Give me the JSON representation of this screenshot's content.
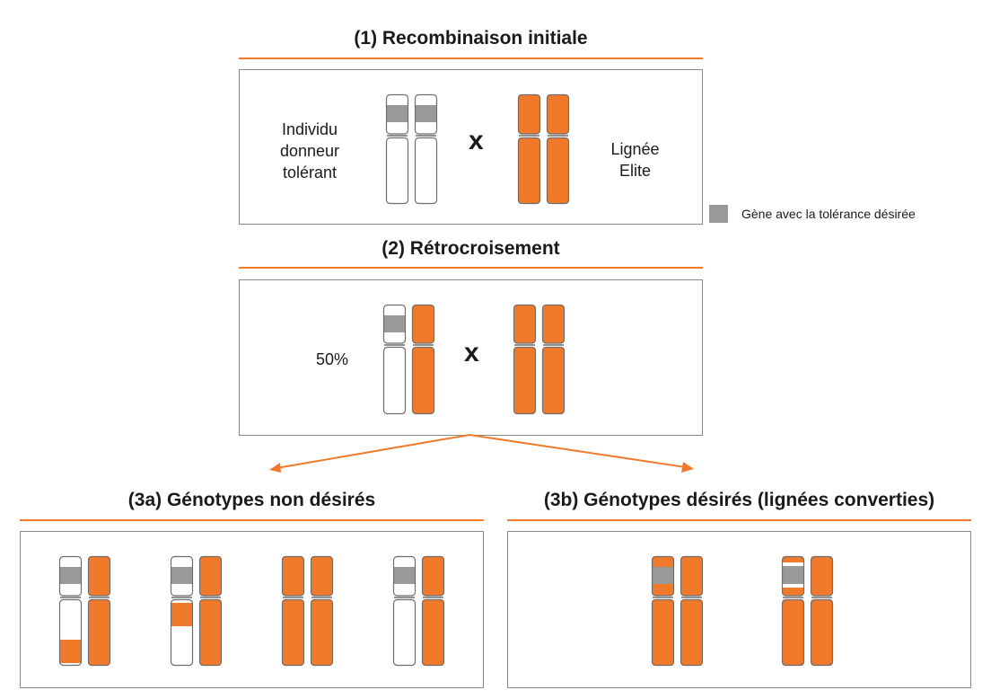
{
  "colors": {
    "elite": "#f07a2a",
    "gene": "#999999",
    "donor": "#ffffff",
    "outline": "#6e6e6e",
    "rule": "#f07a2a",
    "arrow": "#f07a2a"
  },
  "section1": {
    "title": "(1) Recombinaison initiale",
    "donor_label": [
      "Individu",
      "donneur",
      "tolérant"
    ],
    "cross": "x",
    "elite_label": [
      "Lignée",
      "Elite"
    ]
  },
  "legend": {
    "text": "Gène avec la tolérance désirée"
  },
  "section2": {
    "title": "(2) Rétrocroisement",
    "percent": "50%",
    "cross": "x"
  },
  "section3a": {
    "title": "(3a) Génotypes non désirés"
  },
  "section3b": {
    "title": "(3b) Génotypes désirés (lignées converties)"
  }
}
